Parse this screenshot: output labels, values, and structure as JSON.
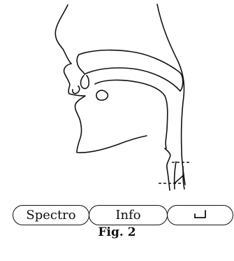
{
  "buttons": {
    "spectro_label": "Spectro",
    "info_label": "Info",
    "return_icon": "return-arrow-icon"
  },
  "caption": "Fig. 2"
}
